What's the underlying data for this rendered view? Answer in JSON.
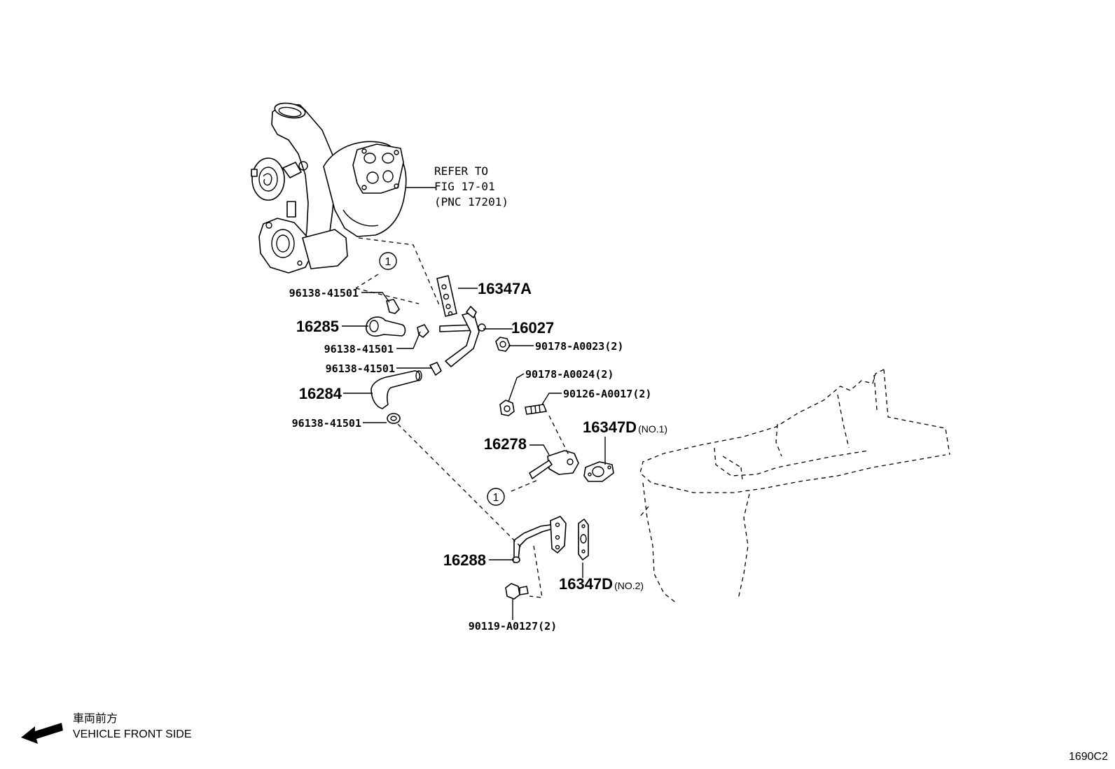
{
  "refer_note": {
    "line1": "REFER TO",
    "line2": "FIG 17-01",
    "line3": "(PNC 17201)"
  },
  "callouts": [
    {
      "id": "16347A",
      "text": "16347A",
      "suffix": ""
    },
    {
      "id": "96138-41501-a",
      "text": "96138-41501",
      "suffix": ""
    },
    {
      "id": "16285",
      "text": "16285",
      "suffix": ""
    },
    {
      "id": "16027",
      "text": "16027",
      "suffix": ""
    },
    {
      "id": "96138-41501-b",
      "text": "96138-41501",
      "suffix": ""
    },
    {
      "id": "90178-A0023",
      "text": "90178-A0023(2)",
      "suffix": ""
    },
    {
      "id": "96138-41501-c",
      "text": "96138-41501",
      "suffix": ""
    },
    {
      "id": "90178-A0024",
      "text": "90178-A0024(2)",
      "suffix": ""
    },
    {
      "id": "16284",
      "text": "16284",
      "suffix": ""
    },
    {
      "id": "90126-A0017",
      "text": "90126-A0017(2)",
      "suffix": ""
    },
    {
      "id": "96138-41501-d",
      "text": "96138-41501",
      "suffix": ""
    },
    {
      "id": "16347D-1",
      "text": "16347D",
      "suffix": "(NO.1)"
    },
    {
      "id": "16278",
      "text": "16278",
      "suffix": ""
    },
    {
      "id": "16288",
      "text": "16288",
      "suffix": ""
    },
    {
      "id": "16347D-2",
      "text": "16347D",
      "suffix": "(NO.2)"
    },
    {
      "id": "90119-A0127",
      "text": "90119-A0127(2)",
      "suffix": ""
    }
  ],
  "reference_marks": [
    "1",
    "1"
  ],
  "direction": {
    "japanese": "車両前方",
    "english": "VEHICLE FRONT SIDE"
  },
  "figure_code": "1690C2"
}
